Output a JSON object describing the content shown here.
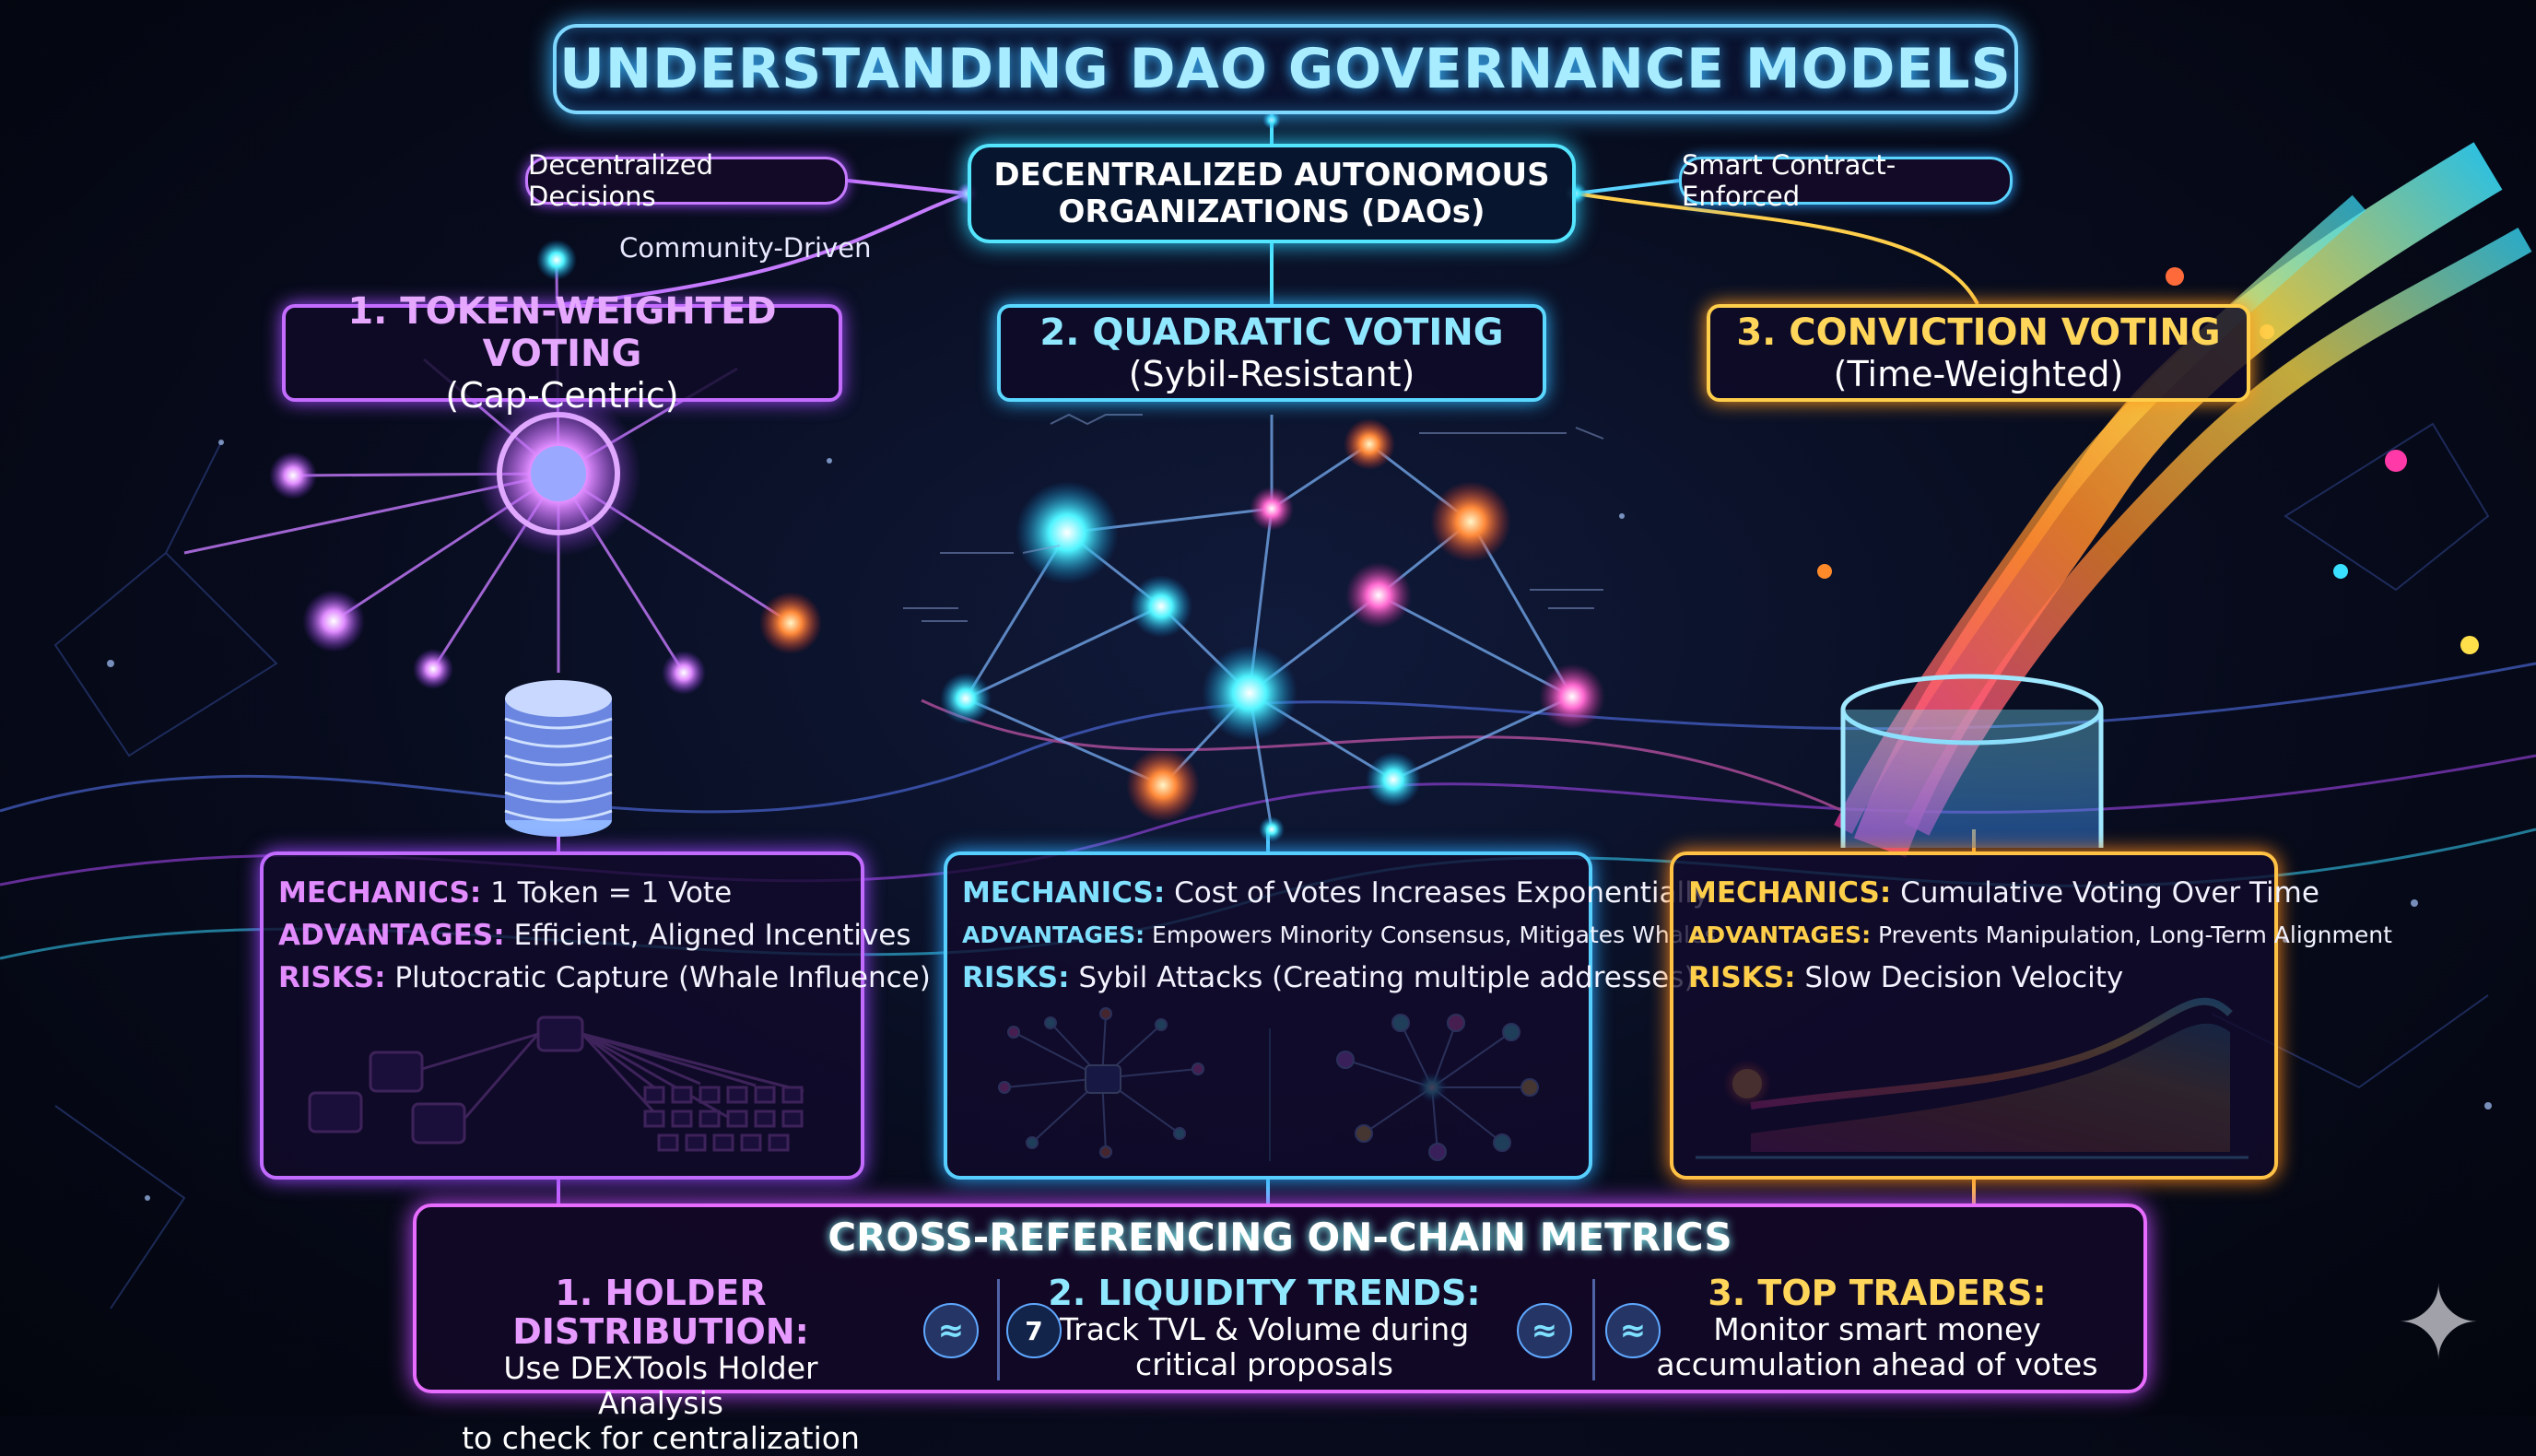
{
  "title": "UNDERSTANDING DAO GOVERNANCE MODELS",
  "hub": {
    "line1": "DECENTRALIZED AUTONOMOUS",
    "line2": "ORGANIZATIONS (DAOs)"
  },
  "tags": {
    "left": "Decentralized Decisions",
    "community": "Community-Driven",
    "right": "Smart Contract-Enforced"
  },
  "models": [
    {
      "title": "1. TOKEN-WEIGHTED VOTING",
      "subtitle": "(Cap-Centric)"
    },
    {
      "title": "2. QUADRATIC VOTING",
      "subtitle": "(Sybil-Resistant)"
    },
    {
      "title": "3. CONVICTION VOTING",
      "subtitle": "(Time-Weighted)"
    }
  ],
  "panels": [
    {
      "mechanics_label": "MECHANICS:",
      "mechanics": "1 Token = 1 Vote",
      "advantages_label": "ADVANTAGES:",
      "advantages": "Efficient, Aligned Incentives",
      "risks_label": "RISKS:",
      "risks": "Plutocratic Capture (Whale Influence)"
    },
    {
      "mechanics_label": "MECHANICS:",
      "mechanics": "Cost of Votes Increases Exponentially",
      "advantages_label": "ADVANTAGES:",
      "advantages": "Empowers Minority Consensus, Mitigates Whales",
      "risks_label": "RISKS:",
      "risks": "Sybil Attacks (Creating multiple addresses)"
    },
    {
      "mechanics_label": "MECHANICS:",
      "mechanics": "Cumulative Voting Over Time",
      "advantages_label": "ADVANTAGES:",
      "advantages": "Prevents Manipulation, Long-Term Alignment",
      "risks_label": "RISKS:",
      "risks": "Slow Decision Velocity"
    }
  ],
  "metrics": {
    "title": "CROSS-REFERENCING ON-CHAIN METRICS",
    "items": [
      {
        "title": "1. HOLDER DISTRIBUTION:",
        "line1": "Use DEXTools Holder Analysis",
        "line2": "to check for centralization"
      },
      {
        "title": "2. LIQUIDITY TRENDS:",
        "line1": "Track TVL & Volume during",
        "line2": "critical proposals"
      },
      {
        "title": "3. TOP TRADERS:",
        "line1": "Monitor smart money",
        "line2": "accumulation ahead of votes"
      }
    ]
  },
  "colors": {
    "purple": "#c36cff",
    "cyan": "#5ad8ff",
    "gold": "#ffce4a",
    "magenta": "#e76cff"
  },
  "icons": [
    "dextools-icon",
    "dextools-icon",
    "dextools-icon",
    "dextools-icon",
    "sparkle-icon"
  ]
}
